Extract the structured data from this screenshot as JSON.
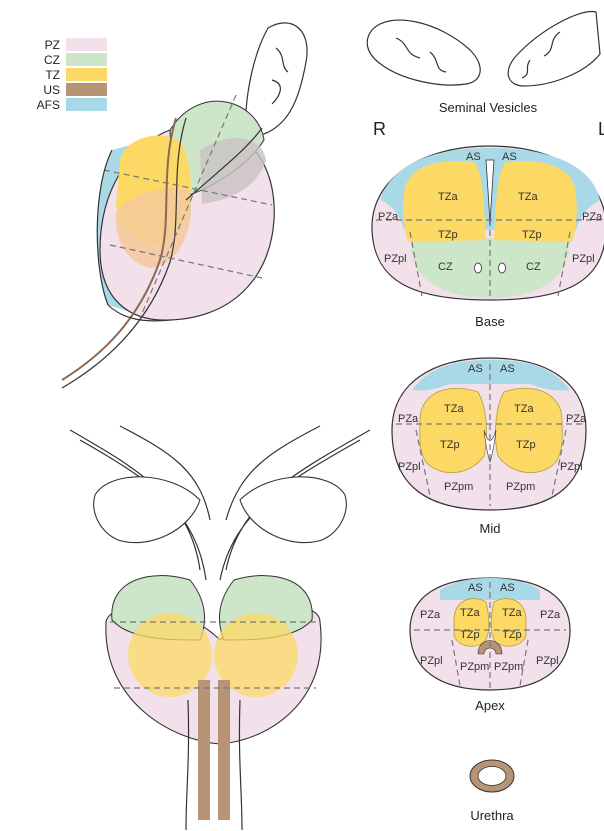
{
  "legend": [
    {
      "label": "PZ",
      "color": "#f2e1ea"
    },
    {
      "label": "CZ",
      "color": "#cde5c8"
    },
    {
      "label": "TZ",
      "color": "#fcd964"
    },
    {
      "label": "US",
      "color": "#b89477"
    },
    {
      "label": "AFS",
      "color": "#a9d9e6"
    }
  ],
  "side_labels": {
    "right": "R",
    "left": "L"
  },
  "seminal_vesicles": "Seminal Vesicles",
  "sections": {
    "base": {
      "title": "Base",
      "labels": {
        "as_r": "AS",
        "as_l": "AS",
        "tza_r": "TZa",
        "tza_l": "TZa",
        "tzp_r": "TZp",
        "tzp_l": "TZp",
        "pza_r": "PZa",
        "pza_l": "PZa",
        "pzpl_r": "PZpl",
        "pzpl_l": "PZpl",
        "cz_r": "CZ",
        "cz_l": "CZ"
      }
    },
    "mid": {
      "title": "Mid",
      "labels": {
        "as_r": "AS",
        "as_l": "AS",
        "tza_r": "TZa",
        "tza_l": "TZa",
        "tzp_r": "TZp",
        "tzp_l": "TZp",
        "pza_r": "PZa",
        "pza_l": "PZa",
        "pzpl_r": "PZpl",
        "pzpl_l": "PZpl",
        "pzpm_r": "PZpm",
        "pzpm_l": "PZpm"
      }
    },
    "apex": {
      "title": "Apex",
      "labels": {
        "as_r": "AS",
        "as_l": "AS",
        "tza_r": "TZa",
        "tza_l": "TZa",
        "tzp_r": "TZp",
        "tzp_l": "TZp",
        "pza_r": "PZa",
        "pza_l": "PZa",
        "pzpl_r": "PZpl",
        "pzpl_l": "PZpl",
        "pzpm_r": "PZpm",
        "pzpm_l": "PZpm"
      }
    }
  },
  "urethra": "Urethra"
}
